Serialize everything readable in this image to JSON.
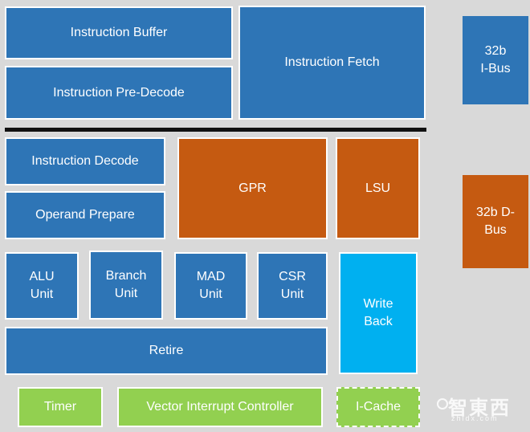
{
  "blocks": {
    "instruction_buffer": "Instruction Buffer",
    "instruction_fetch": "Instruction Fetch",
    "instruction_predecode": "Instruction Pre-Decode",
    "ibus": "32b\nI-Bus",
    "instruction_decode": "Instruction Decode",
    "operand_prepare": "Operand Prepare",
    "gpr": "GPR",
    "lsu": "LSU",
    "dbus": "32b D-\nBus",
    "alu": "ALU\nUnit",
    "branch": "Branch\nUnit",
    "mad": "MAD\nUnit",
    "csr": "CSR\nUnit",
    "write_back": "Write\nBack",
    "retire": "Retire",
    "timer": "Timer",
    "vic": "Vector Interrupt Controller",
    "icache": "I-Cache"
  },
  "watermark": {
    "main": "智東西",
    "sub": "zhidx.com"
  },
  "colors": {
    "background": "#d9d9d9",
    "blue": "#2e75b6",
    "orange": "#c55a11",
    "cyan": "#00b0f0",
    "green": "#92d050"
  }
}
